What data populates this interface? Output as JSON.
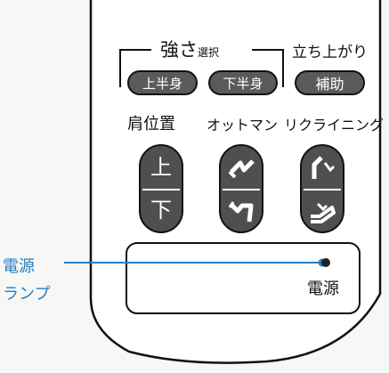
{
  "strength": {
    "title_large": "強さ",
    "title_small": "選択",
    "upper_body_button": "上半身",
    "lower_body_button": "下半身"
  },
  "standing": {
    "title": "立ち上がり",
    "assist_button": "補助"
  },
  "shoulder": {
    "label": "肩位置",
    "up_label": "上",
    "down_label": "下"
  },
  "ottoman": {
    "label": "オットマン"
  },
  "reclining": {
    "label": "リクライニング"
  },
  "power": {
    "label": "電源"
  },
  "callout": {
    "line1": "電源",
    "line2": "ランプ"
  },
  "colors": {
    "button_fill": "#555555",
    "callout": "#2a7ec1",
    "lamp": "#222222"
  },
  "icons": [
    "ottoman-up-icon",
    "ottoman-down-icon",
    "recline-up-icon",
    "recline-down-icon",
    "power-lamp-icon"
  ]
}
